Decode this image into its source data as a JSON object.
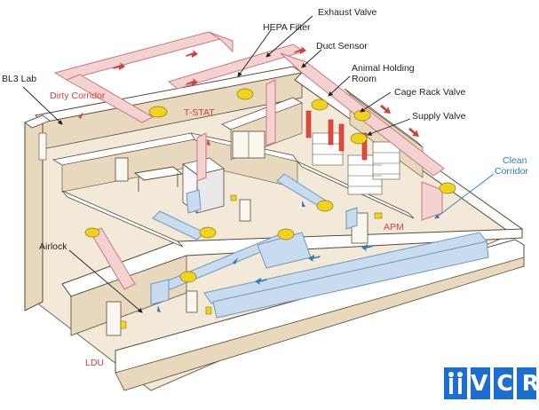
{
  "labels": {
    "exhaust_valve": "Exhaust Valve",
    "hepa_filter": "HEPA Filter",
    "duct_sensor": "Duct Sensor",
    "animal_holding_1": "Animal Holding",
    "animal_holding_2": "Room",
    "bl3_lab": "BL3 Lab",
    "cage_rack_valve": "Cage Rack Valve",
    "dirty_corridor": "Dirty Corridor",
    "t_stat": "T-STAT",
    "supply_valve": "Supply Valve",
    "clean_corridor_1": "Clean",
    "clean_corridor_2": "Corridor",
    "apm": "APM",
    "airlock": "Airlock",
    "ldu": "LDU"
  },
  "logo": {
    "text": "VCR"
  },
  "colors": {
    "exhaust_duct": "#f4d2d2",
    "supply_duct": "#c9dcef",
    "valve": "#f1d21c",
    "wall_top": "#ffffff",
    "wall_side": "#e8d8bd",
    "floor": "#f3e9d8",
    "label_red": "#d1403f",
    "label_blue": "#2e7cc0",
    "logo_blue": "#1c6fd0"
  }
}
